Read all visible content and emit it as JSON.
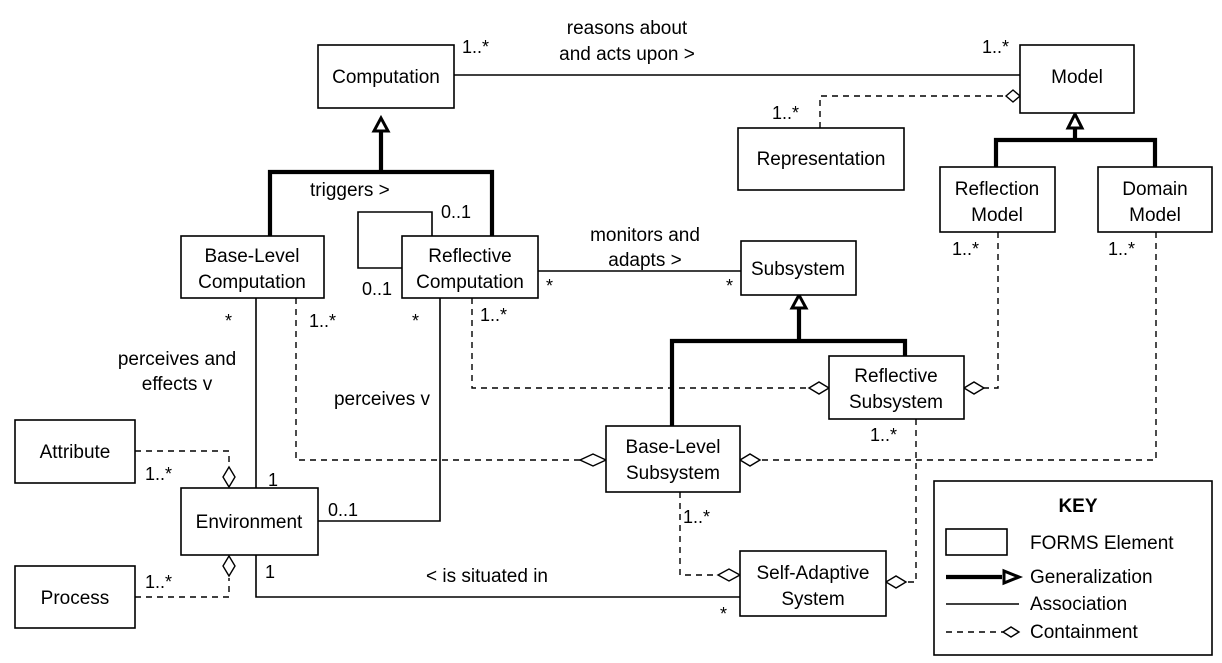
{
  "classes": {
    "computation": "Computation",
    "model": "Model",
    "representation": "Representation",
    "reflection_model": [
      "Reflection",
      "Model"
    ],
    "domain_model": [
      "Domain",
      "Model"
    ],
    "base_level_computation": [
      "Base-Level",
      "Computation"
    ],
    "reflective_computation": [
      "Reflective",
      "Computation"
    ],
    "subsystem": "Subsystem",
    "reflective_subsystem": [
      "Reflective",
      "Subsystem"
    ],
    "base_level_subsystem": [
      "Base-Level",
      "Subsystem"
    ],
    "attribute": "Attribute",
    "environment": "Environment",
    "process": "Process",
    "self_adaptive_system": [
      "Self-Adaptive",
      "System"
    ]
  },
  "labels": {
    "reasons_about": [
      "reasons about",
      "and acts upon >"
    ],
    "triggers": "triggers >",
    "monitors_adapts": [
      "monitors and",
      "adapts >"
    ],
    "perceives_effects": [
      "perceives and",
      "effects v"
    ],
    "perceives": "perceives v",
    "situated_in": "< is situated in"
  },
  "multiplicities": {
    "comp_model_left": "1..*",
    "comp_model_right": "1..*",
    "representation_model": "1..*",
    "triggers_top": "0..1",
    "triggers_bottom": "0..1",
    "reflective_comp_subsystem": "*",
    "subsystem_reflective_comp": "*",
    "reflection_model_sub": "1..*",
    "domain_model_sub": "1..*",
    "base_comp_env": "*",
    "base_comp_containment": "1..*",
    "reflective_comp_env": "*",
    "reflective_comp_containment": "1..*",
    "attribute_env": "1..*",
    "env_base_comp": "1",
    "env_reflective_comp": "0..1",
    "process_env": "1..*",
    "env_system": "1",
    "system_env": "*",
    "reflective_subsystem_system": "1..*",
    "base_subsystem_system": "1..*"
  },
  "key": {
    "title": "KEY",
    "element": "FORMS Element",
    "generalization": "Generalization",
    "association": "Association",
    "containment": "Containment"
  }
}
